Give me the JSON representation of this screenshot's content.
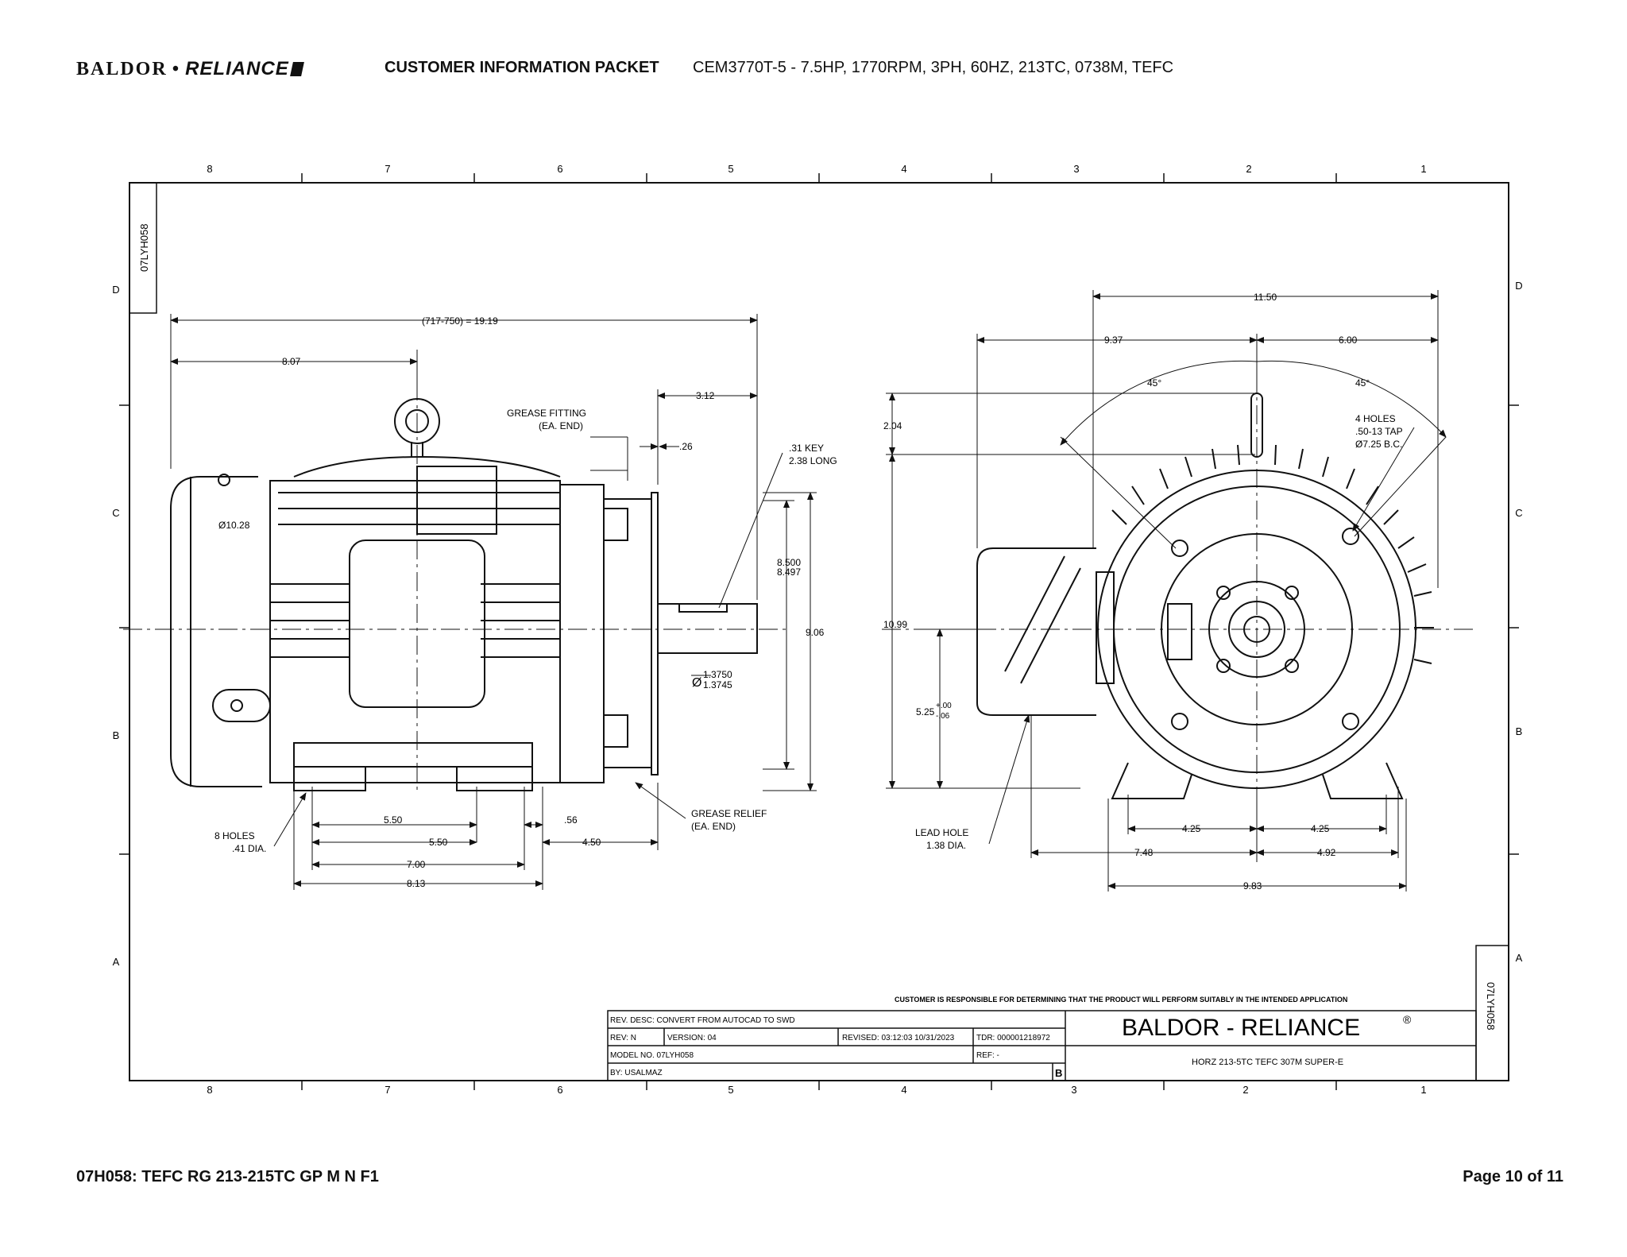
{
  "header": {
    "logo_left": "BALDOR",
    "logo_dot": "•",
    "logo_right": "RELIANCE",
    "packet_title": "CUSTOMER INFORMATION PACKET",
    "model_desc": "CEM3770T-5 - 7.5HP, 1770RPM, 3PH, 60HZ, 213TC, 0738M, TEFC"
  },
  "footer": {
    "left": "07H058: TEFC RG 213-215TC GP M N F1",
    "right": "Page 10 of 11"
  },
  "frame": {
    "col_labels": [
      "8",
      "7",
      "6",
      "5",
      "4",
      "3",
      "2",
      "1"
    ],
    "row_labels": [
      "D",
      "C",
      "B",
      "A"
    ],
    "drawing_id": "07LYH058"
  },
  "side_view": {
    "overall": "(717-750) = 19.19",
    "d807": "8.07",
    "d312": "3.12",
    "d26": ".26",
    "grease_fitting_1": "GREASE FITTING",
    "grease_fitting_2": "(EA. END)",
    "key_1": ".31 KEY",
    "key_2": "2.38 LONG",
    "d8500": "8.500",
    "d8497": "8.497",
    "d906": "9.06",
    "shaft_1": "1.3750",
    "shaft_2": "1.3745",
    "dia_sym": "Ø",
    "d1028": "Ø10.28",
    "holes_1": "8 HOLES",
    "holes_2": ".41 DIA.",
    "d550a": "5.50",
    "d550b": "5.50",
    "d56": ".56",
    "d450": "4.50",
    "d700": "7.00",
    "d813": "8.13",
    "relief_1": "GREASE RELIEF",
    "relief_2": "(EA. END)"
  },
  "end_view": {
    "d1150": "11.50",
    "d937": "9.37",
    "d600": "6.00",
    "a45l": "45°",
    "a45r": "45°",
    "holes4_1": "4 HOLES",
    "holes4_2": ".50-13 TAP",
    "holes4_3": "Ø7.25 B.C.",
    "d204": "2.04",
    "d1099": "10.99",
    "d525": "5.25",
    "tol_plus": "+.00",
    "tol_minus": "-.06",
    "lead_1": "LEAD HOLE",
    "lead_2": "1.38 DIA.",
    "d425a": "4.25",
    "d425b": "4.25",
    "d748": "7.48",
    "d492": "4.92",
    "d983": "9.83"
  },
  "title_block": {
    "disclaimer": "CUSTOMER IS RESPONSIBLE FOR DETERMINING THAT THE PRODUCT WILL PERFORM SUITABLY IN THE INTENDED APPLICATION",
    "rev_desc": "REV. DESC: CONVERT FROM AUTOCAD TO SWD",
    "rev": "REV: N",
    "version": "VERSION: 04",
    "revised": "REVISED: 03:12:03 10/31/2023",
    "tdr": "TDR: 000001218972",
    "model_no": "MODEL NO. 07LYH058",
    "ref": "REF: -",
    "by": "BY: USALMAZ",
    "sheet": "B",
    "brand": "BALDOR - RELIANCE",
    "reg": "®",
    "desc": "HORZ 213-5TC TEFC 307M SUPER-E"
  }
}
